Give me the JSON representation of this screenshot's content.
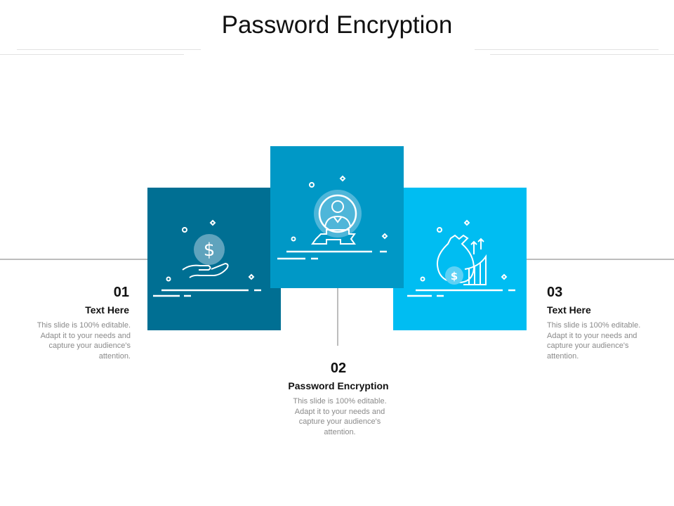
{
  "title": "Password Encryption",
  "colors": {
    "box1": "#006F93",
    "box2": "#0098C6",
    "box3": "#00BDF2"
  },
  "items": [
    {
      "number": "01",
      "heading": "Text Here",
      "description": "This slide is 100% editable. Adapt it to your needs and capture your audience's attention.",
      "icon": "hand-dollar-icon"
    },
    {
      "number": "02",
      "heading": "Password Encryption",
      "description": "This slide is 100% editable. Adapt it to your needs and capture your audience's attention.",
      "icon": "person-badge-icon"
    },
    {
      "number": "03",
      "heading": "Text Here",
      "description": "This slide is 100% editable. Adapt it to your needs and capture your audience's attention.",
      "icon": "money-bag-growth-icon"
    }
  ]
}
